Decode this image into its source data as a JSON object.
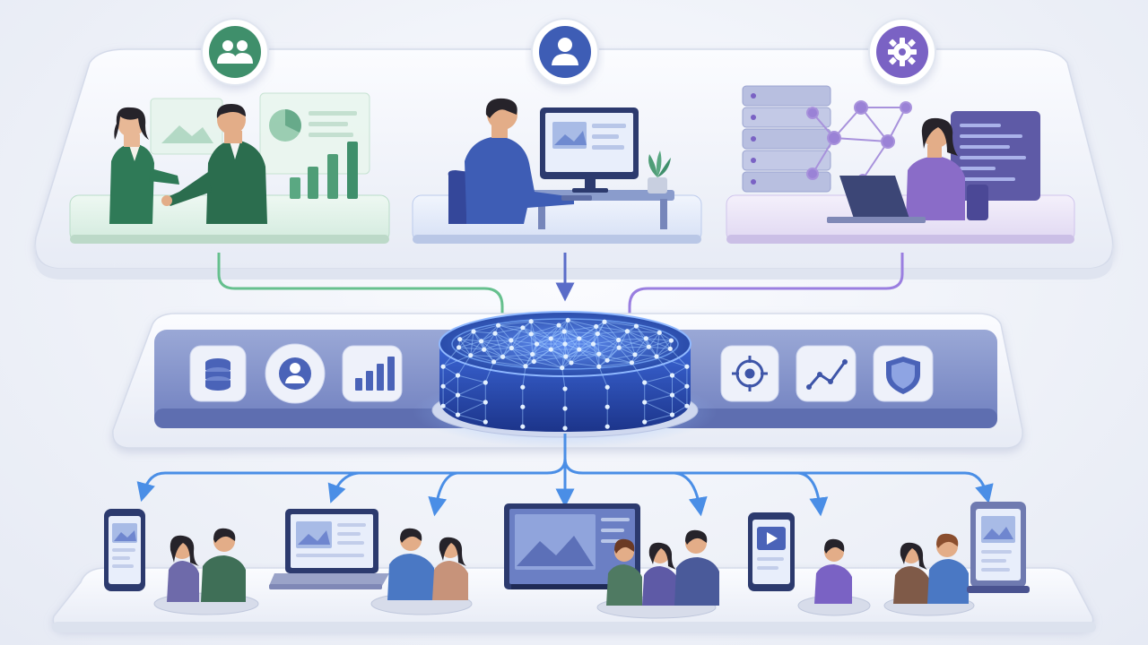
{
  "palette": {
    "green": "#3f8f6b",
    "green_light": "#dff0e8",
    "blue": "#3e5db5",
    "blue_light": "#dce5f7",
    "purple": "#7a62c4",
    "purple_light": "#e8e1f6",
    "hub": "#2f58c9",
    "hub_glow": "#7fb2ff",
    "platform": "#eef1f8",
    "shadow": "#c9d0e3"
  },
  "top_roles": [
    {
      "icon": "team-icon",
      "color": "green",
      "scene": "business-meeting"
    },
    {
      "icon": "user-icon",
      "color": "blue",
      "scene": "desk-worker"
    },
    {
      "icon": "gear-icon",
      "color": "purple",
      "scene": "it-admin"
    }
  ],
  "middle_tools_left": [
    "database-icon",
    "user-profile-icon",
    "bar-chart-icon"
  ],
  "middle_tools_right": [
    "target-icon",
    "trend-line-icon",
    "shield-icon"
  ],
  "bottom_endpoints": [
    {
      "device": "smartphone",
      "audience": 2
    },
    {
      "device": "laptop",
      "audience": 2
    },
    {
      "device": "tv-monitor",
      "audience": 3
    },
    {
      "device": "tablet-video",
      "audience": 1
    },
    {
      "device": "kiosk-tablet",
      "audience": 2
    }
  ]
}
